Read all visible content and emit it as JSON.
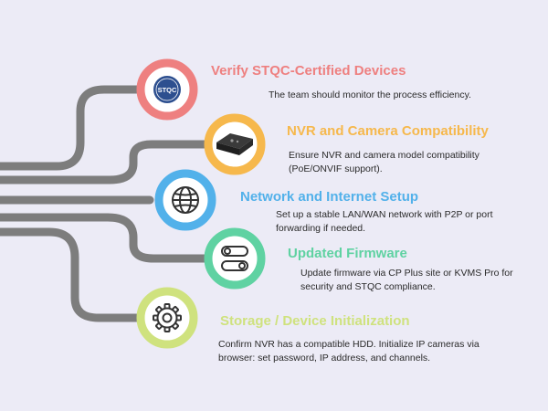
{
  "steps": [
    {
      "title": "Verify STQC-Certified Devices",
      "description": "The team should monitor the process efficiency.",
      "color": "#ee8080",
      "icon": "stqc-logo-icon",
      "logo_text": "STQC"
    },
    {
      "title": "NVR and Camera Compatibility",
      "description": "Ensure NVR and camera model compatibility (PoE/ONVIF support).",
      "color": "#f6b84c",
      "icon": "nvr-device-icon"
    },
    {
      "title": "Network and Internet Setup",
      "description": "Set up a stable LAN/WAN network with P2P or port forwarding if needed.",
      "color": "#52b1ea",
      "icon": "globe-icon"
    },
    {
      "title": "Updated Firmware",
      "description": "Update firmware via CP Plus site or KVMS Pro for security and STQC compliance.",
      "color": "#5fd2a2",
      "icon": "toggle-switches-icon"
    },
    {
      "title": "Storage / Device Initialization",
      "description": "Confirm NVR has a compatible HDD. Initialize IP cameras via browser: set password, IP address, and channels.",
      "color": "#cfe27e",
      "icon": "gear-icon"
    }
  ],
  "colors": {
    "background": "#ecebf6",
    "connector": "#7d7d7d",
    "icon_stroke": "#333333"
  }
}
